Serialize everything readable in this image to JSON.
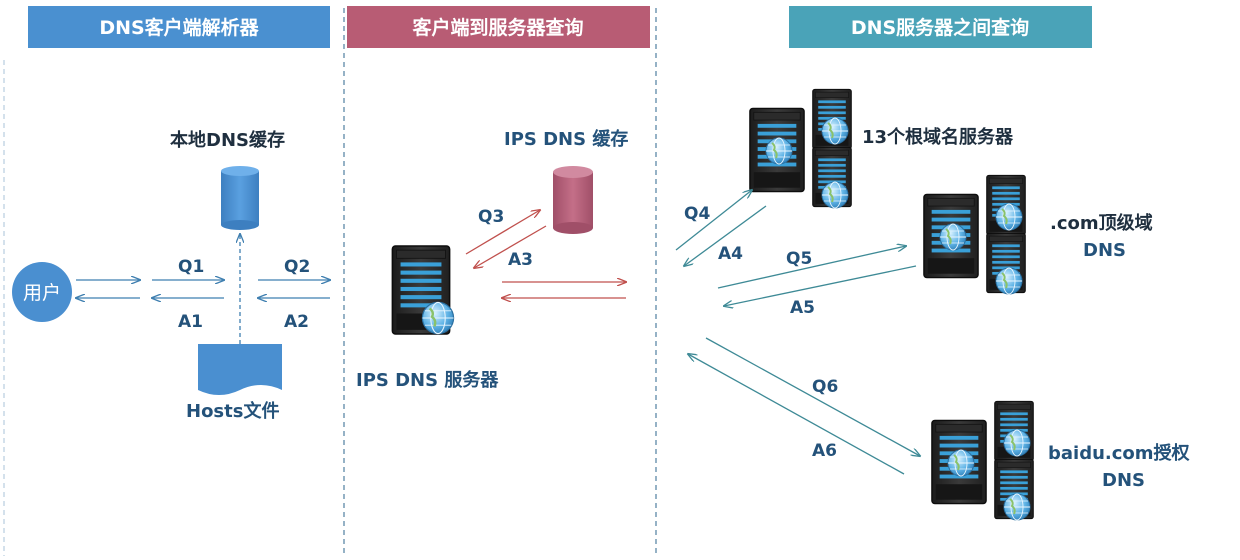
{
  "headers": {
    "client_resolver": "DNS客户端解析器",
    "client_to_server": "客户端到服务器查询",
    "server_to_server": "DNS服务器之间查询"
  },
  "nodes": {
    "user": "用户",
    "local_cache": "本地DNS缓存",
    "hosts_file": "Hosts文件",
    "ips_cache": "IPS DNS 缓存",
    "ips_server": "IPS DNS 服务器",
    "root_servers": "13个根域名服务器",
    "tld_line1": ".com顶级域",
    "tld_line2": "DNS",
    "auth_line1": "baidu.com授权",
    "auth_line2": "DNS"
  },
  "arrows": {
    "q1": "Q1",
    "a1": "A1",
    "q2": "Q2",
    "a2": "A2",
    "q3": "Q3",
    "a3": "A3",
    "q4": "Q4",
    "a4": "A4",
    "q5": "Q5",
    "a5": "A5",
    "q6": "Q6",
    "a6": "A6"
  },
  "colors": {
    "header_blue": "#4a90d0",
    "header_red": "#b85c74",
    "header_teal": "#4aa3b8",
    "arrow_blue": "#3f7fb0",
    "arrow_red": "#c0504d",
    "arrow_teal": "#3e8a96",
    "shape_blue": "#4a8fd0",
    "cache_red": "#b9607a",
    "label_blue": "#24527a"
  }
}
